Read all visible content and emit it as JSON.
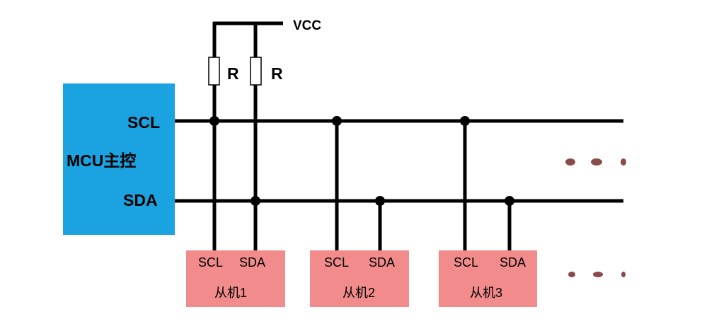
{
  "vcc_label": "VCC",
  "resistors": [
    {
      "label": "R"
    },
    {
      "label": "R"
    }
  ],
  "mcu": {
    "label": "MCU主控",
    "scl_label": "SCL",
    "sda_label": "SDA",
    "color": "#1aa3e0"
  },
  "slaves": [
    {
      "scl_label": "SCL",
      "sda_label": "SDA",
      "name": "从机1"
    },
    {
      "scl_label": "SCL",
      "sda_label": "SDA",
      "name": "从机2"
    },
    {
      "scl_label": "SCL",
      "sda_label": "SDA",
      "name": "从机3"
    }
  ],
  "slave_color": "#f28b8b",
  "ellipsis_color": "#8b4a4a"
}
